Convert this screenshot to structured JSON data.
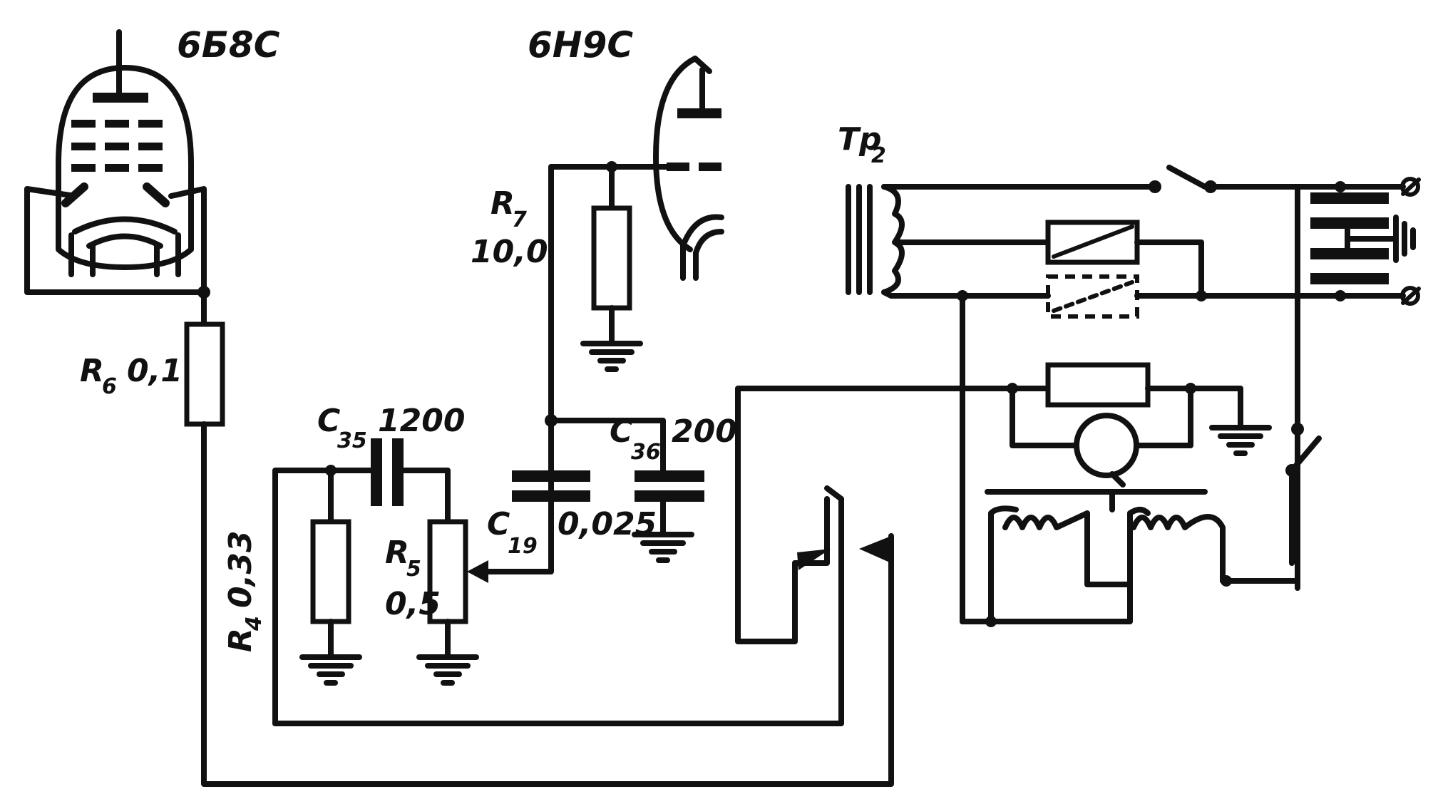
{
  "tubes": {
    "t1": "6Б8С",
    "t2": "6Н9С"
  },
  "transformer": {
    "prefix": "Tp",
    "sub": "2"
  },
  "components": {
    "r6": {
      "prefix": "R",
      "sub": "6",
      "value": "0,1"
    },
    "r7": {
      "prefix": "R",
      "sub": "7",
      "value": "10,0"
    },
    "r4": {
      "prefix": "R",
      "sub": "4",
      "value": "0,33"
    },
    "r5": {
      "prefix": "R",
      "sub": "5",
      "value": "0,5"
    },
    "c35": {
      "prefix": "C",
      "sub": "35",
      "value": "1200"
    },
    "c36": {
      "prefix": "C",
      "sub": "36",
      "value": "200"
    },
    "c19": {
      "prefix": "C",
      "sub": "19",
      "value": "0,025"
    }
  }
}
